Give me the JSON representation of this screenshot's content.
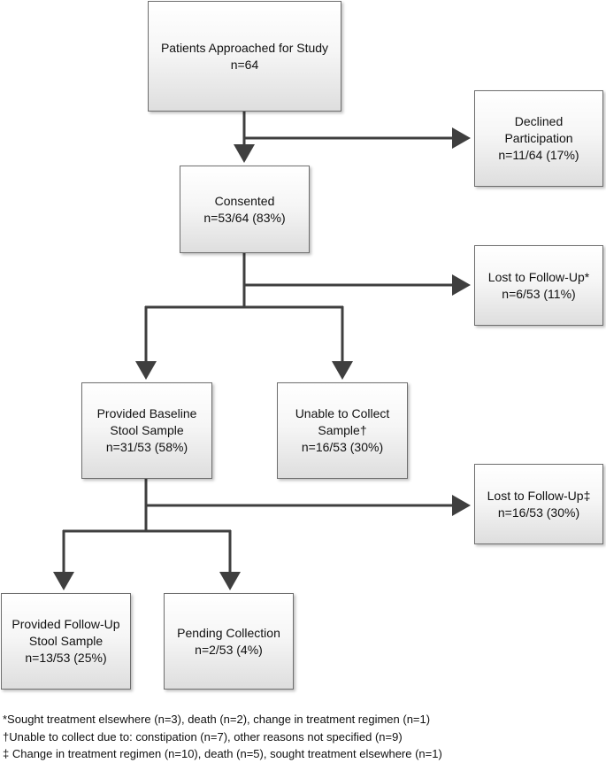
{
  "boxes": {
    "approached": {
      "line1": "Patients Approached for Study",
      "line2": "n=64"
    },
    "declined": {
      "line1": "Declined",
      "line2": "Participation",
      "line3": "n=11/64 (17%)"
    },
    "consented": {
      "line1": "Consented",
      "line2": "n=53/64 (83%)"
    },
    "lost1": {
      "line1": "Lost to Follow-Up*",
      "line2": "n=6/53 (11%)"
    },
    "baseline": {
      "line1": "Provided Baseline",
      "line2": "Stool Sample",
      "line3": "n=31/53 (58%)"
    },
    "unable": {
      "line1": "Unable to Collect",
      "line2": "Sample†",
      "line3": "n=16/53 (30%)"
    },
    "lost2": {
      "line1": "Lost to Follow-Up‡",
      "line2": "n=16/53 (30%)"
    },
    "followup": {
      "line1": "Provided Follow-Up",
      "line2": "Stool Sample",
      "line3": "n=13/53 (25%)"
    },
    "pending": {
      "line1": "Pending Collection",
      "line2": "n=2/53 (4%)"
    }
  },
  "footnotes": [
    "*Sought treatment elsewhere (n=3), death (n=2), change in treatment regimen (n=1)",
    "†Unable to collect due to: constipation (n=7), other reasons not specified (n=9)",
    "‡ Change in treatment regimen (n=10), death (n=5), sought treatment elsewhere (n=1)"
  ],
  "colors": {
    "line": "#3f3f3f",
    "border": "#6e6e6e"
  }
}
